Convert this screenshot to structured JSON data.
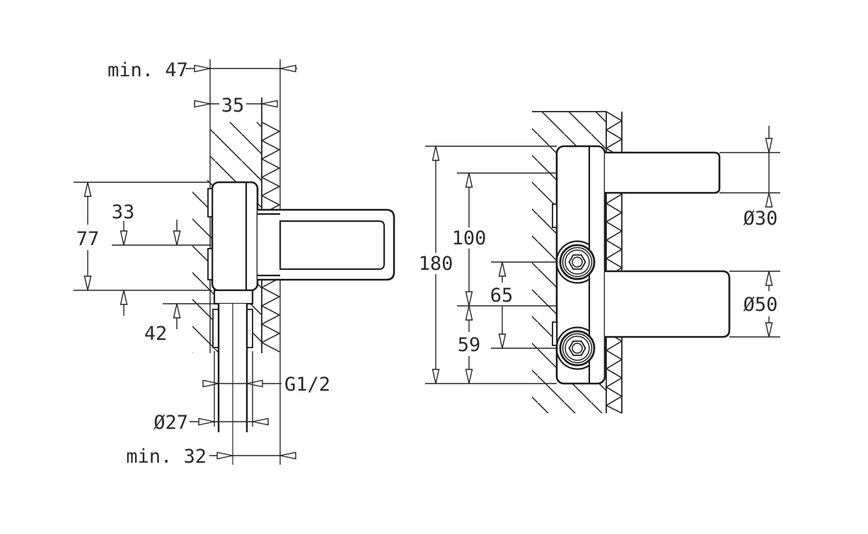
{
  "drawing": {
    "type": "technical-installation-drawing",
    "background_color": "#ffffff",
    "ink_color": "#232323",
    "left_view": {
      "name": "side-section-view",
      "dims": {
        "min_depth_label": "min. 47",
        "wall_thickness_label": "35",
        "body_height_label": "77",
        "outlet_offset_label": "33",
        "pipe_offset_label": "42",
        "thread_label": "G1/2",
        "pipe_diameter_label": "Ø27",
        "min_clearance_label": "min. 32"
      }
    },
    "right_view": {
      "name": "front-view",
      "dims": {
        "total_height_label": "180",
        "port_spacing_label": "100",
        "screw_spacing_label": "65",
        "base_offset_label": "59",
        "top_port_diameter_label": "Ø30",
        "spout_diameter_label": "Ø50"
      }
    }
  }
}
